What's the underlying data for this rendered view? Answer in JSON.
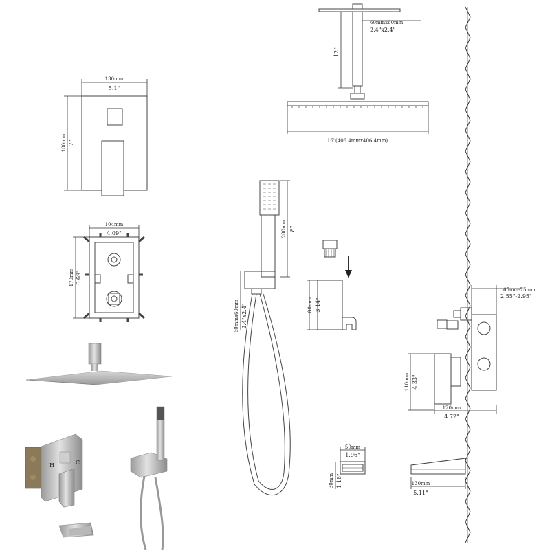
{
  "labels": {
    "valve_trim_width_mm": "130mm",
    "valve_trim_width_in": "5.1\"",
    "valve_trim_height_mm": "180mm",
    "valve_trim_height_in": "7\"",
    "rough_in_width_mm": "104mm",
    "rough_in_width_in": "4.09\"",
    "rough_in_height_mm": "170mm",
    "rough_in_height_in": "6.69\"",
    "arm_section_mm": "60mmx60mm",
    "arm_section_in": "2.4\"x2.4\"",
    "arm_length_in": "12\"",
    "showerhead_size": "16\"(406.4mmx406.4mm)",
    "handshower_length_mm": "200mm",
    "handshower_length_in": "8\"",
    "elbow_section_mm": "60mmx60mm",
    "elbow_section_in": "2.4\"x2.4\"",
    "holder_height_mm": "80mm",
    "holder_height_in": "3.14\"",
    "spout_width_mm": "50mm",
    "spout_width_in": "1.96\"",
    "spout_height_mm": "30mm",
    "spout_height_in": "1.18\"",
    "wall_depth_mm": "65mm-75mm",
    "wall_depth_in": "2.55\"-2.95\"",
    "handle_height_mm": "110mm",
    "handle_height_in": "4.33\"",
    "handle_proj_mm": "120mm",
    "handle_proj_in": "4.72\"",
    "spout_proj_mm": "130mm",
    "spout_proj_in": "5.11\"",
    "valve_hot_mark": "H",
    "valve_cold_mark": "C"
  },
  "icons": {
    "install_arrow": "down-arrow-icon"
  }
}
